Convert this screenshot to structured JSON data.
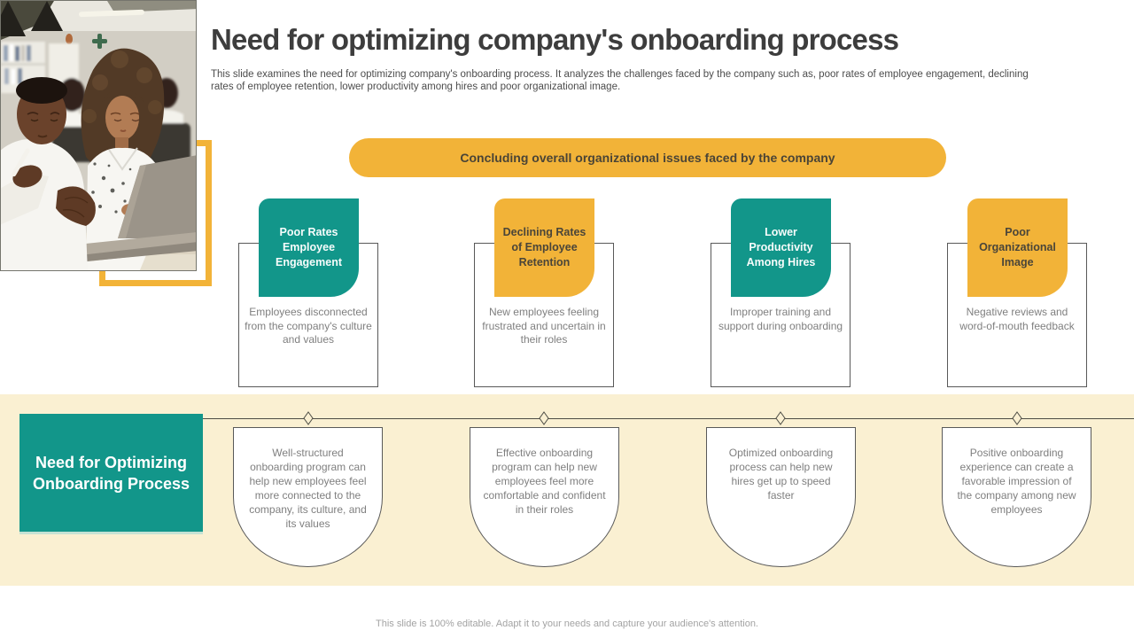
{
  "slide": {
    "title": "Need for optimizing company's onboarding process",
    "subtitle": "This slide examines the need for optimizing company's onboarding process. It analyzes the challenges faced by the company such as, poor rates of employee engagement, declining rates of employee retention, lower productivity among hires and poor organizational image.",
    "banner_label": "Concluding overall organizational issues faced by the company",
    "footer_note": "This slide is 100% editable. Adapt it to your needs and capture your audience's attention."
  },
  "issues_section": {
    "cards": [
      {
        "title": "Poor Rates Employee Engagement",
        "description": "Employees disconnected from the company's culture and values",
        "accent": "#12968A"
      },
      {
        "title": "Declining Rates of Employee Retention",
        "description": "New employees feeling frustrated and uncertain in their roles",
        "accent": "#F2B338"
      },
      {
        "title": "Lower Productivity Among Hires",
        "description": "Improper training and support during onboarding",
        "accent": "#12968A"
      },
      {
        "title": "Poor Organizational Image",
        "description": "Negative reviews and word-of-mouth feedback",
        "accent": "#F2B338"
      }
    ]
  },
  "needs_section": {
    "label": "Need for Optimizing Onboarding Process",
    "cards": [
      {
        "description": "Well-structured onboarding program can help new employees feel more connected to the company, its culture, and its values"
      },
      {
        "description": "Effective onboarding program can help new employees feel more comfortable and confident in their roles"
      },
      {
        "description": "Optimized onboarding process can help new hires get up to speed faster"
      },
      {
        "description": "Positive onboarding experience can create a favorable impression of the company among new employees"
      }
    ]
  },
  "icons": {
    "timeline_marker": "diamond-marker"
  },
  "colors": {
    "teal": "#12968A",
    "yellow": "#F2B338",
    "cream_band": "#FAF0D2",
    "card_border": "#595959",
    "body_text": "#7F7F7F",
    "title_text": "#3D3D3D",
    "timeline_line": "#4D4D45"
  }
}
